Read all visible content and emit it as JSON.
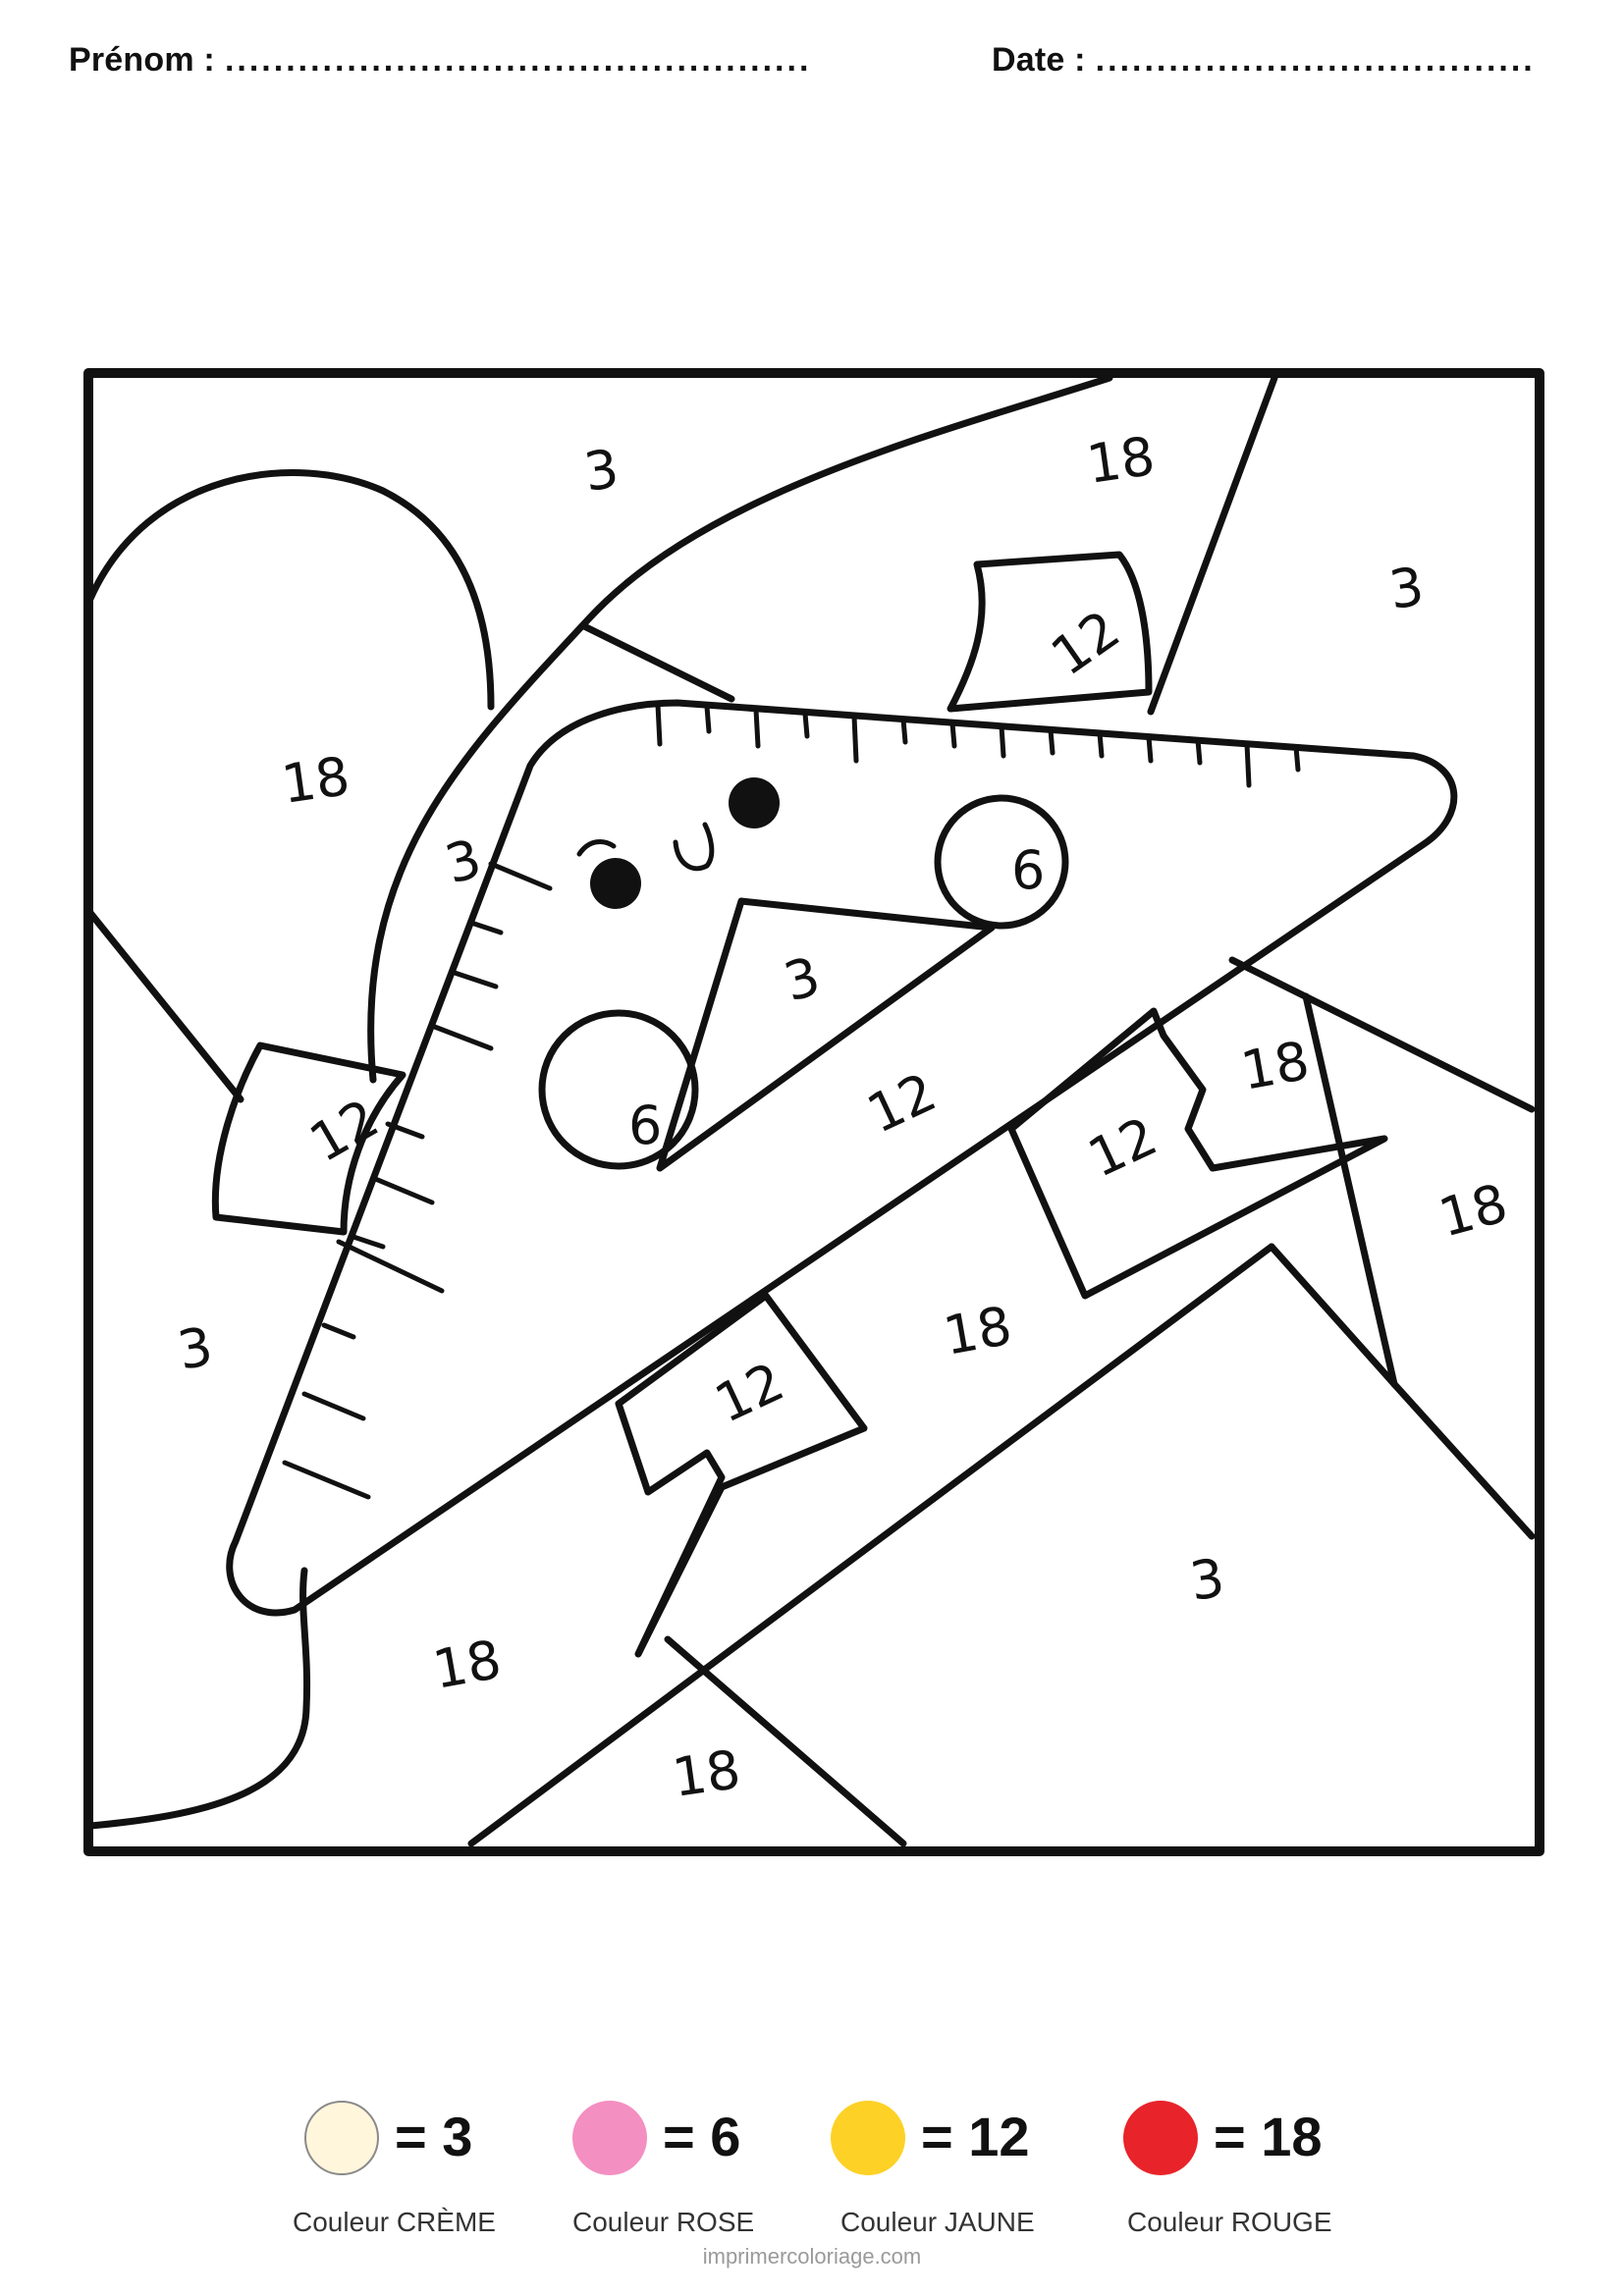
{
  "header": {
    "name_label": "Prénom :",
    "name_dots": "................................................",
    "date_label": "Date :",
    "date_dots": "...................................."
  },
  "region_numbers": [
    "3",
    "18",
    "3",
    "12",
    "18",
    "3",
    "6",
    "3",
    "12",
    "6",
    "12",
    "18",
    "12",
    "18",
    "3",
    "12",
    "18",
    "18",
    "3",
    "18"
  ],
  "legend": [
    {
      "color": "#FFF6DC",
      "equation": "= 3",
      "caption": "Couleur CRÈME"
    },
    {
      "color": "#F48FC1",
      "equation": "= 6",
      "caption": "Couleur ROSE"
    },
    {
      "color": "#FDD126",
      "equation": "= 12",
      "caption": "Couleur JAUNE"
    },
    {
      "color": "#E8232A",
      "equation": "= 18",
      "caption": "Couleur ROUGE"
    }
  ],
  "footer": "imprimercoloriage.com"
}
